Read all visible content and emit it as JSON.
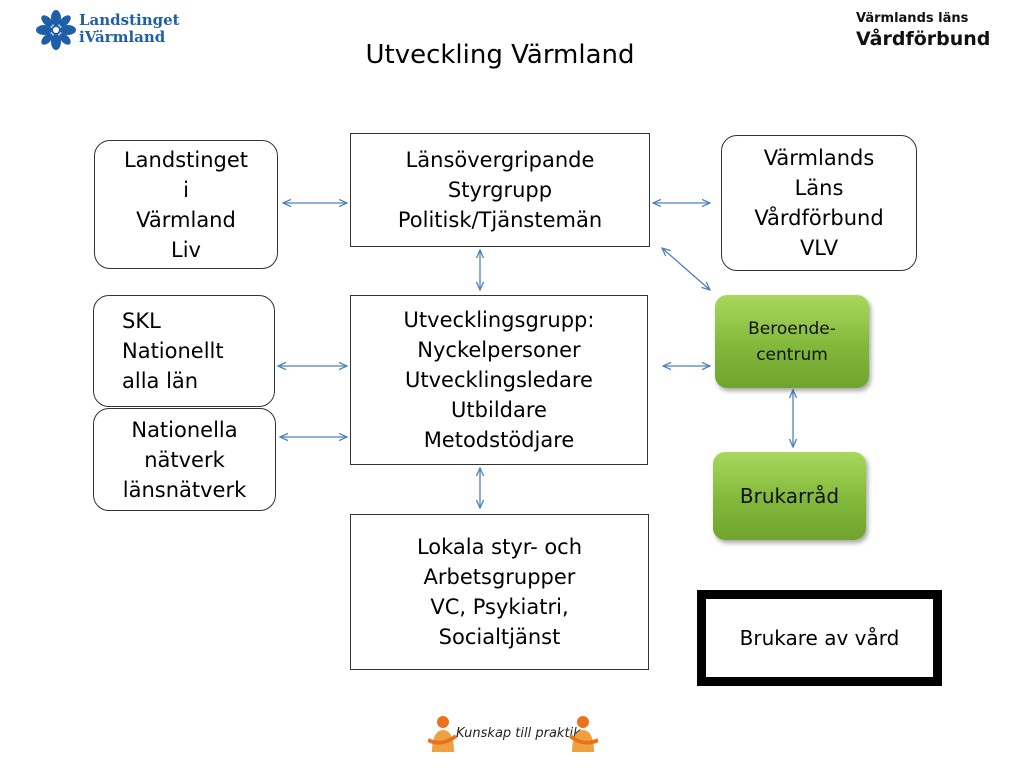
{
  "header": {
    "title": "Utveckling Värmland",
    "logo_left": [
      "Landstinget",
      "iVärmland"
    ],
    "logo_right": [
      "Värmlands läns",
      "Vårdförbund"
    ]
  },
  "boxes": {
    "landstinget": [
      "Landstinget",
      "i",
      "Värmland",
      "Liv"
    ],
    "styrgrupp": [
      "Länsövergripande",
      "Styrgrupp",
      "Politisk/Tjänstemän"
    ],
    "vlv": [
      "Värmlands",
      "Läns",
      "Vårdförbund",
      "VLV"
    ],
    "skl": [
      "SKL",
      "Nationellt",
      "alla län"
    ],
    "utvecklingsgrupp": [
      "Utvecklingsgrupp:",
      "Nyckelpersoner",
      "Utvecklingsledare",
      "Utbildare",
      "Metodstödjare"
    ],
    "beroendecentrum": [
      "Beroende-",
      "centrum"
    ],
    "natverk": [
      "Nationella",
      "nätverk",
      "länsnätverk"
    ],
    "brukarrad": [
      "Brukarråd"
    ],
    "lokala": [
      "Lokala styr- och",
      "Arbetsgrupper",
      "VC, Psykiatri,",
      "Socialtjänst"
    ],
    "brukare": [
      "Brukare av vård"
    ]
  },
  "footer": {
    "logo_text": "Kunskap till praktik"
  },
  "colors": {
    "arrow": "#4f81bd",
    "green": "#8bc34a",
    "logo_blue": "#1f5fa8",
    "logo_orange": "#e8731c"
  }
}
